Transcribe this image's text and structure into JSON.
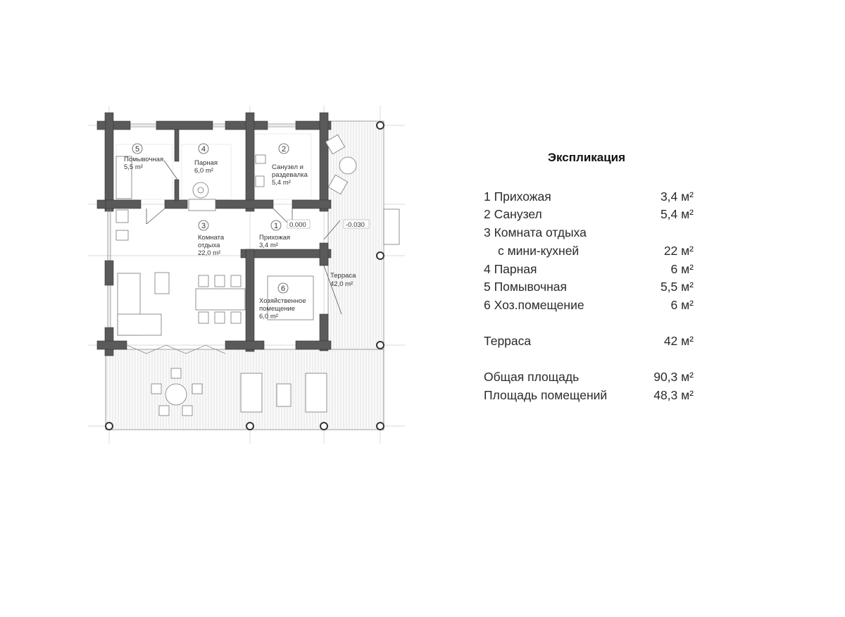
{
  "plan": {
    "rooms": [
      {
        "num": "1",
        "name": [
          "Прихожая"
        ],
        "area": "3,4 m²"
      },
      {
        "num": "2",
        "name": [
          "Санузел и",
          "раздевалка"
        ],
        "area": "5,4 m²"
      },
      {
        "num": "3",
        "name": [
          "Комната",
          "отдыха"
        ],
        "area": "22,0 m²"
      },
      {
        "num": "4",
        "name": [
          "Парная"
        ],
        "area": "6,0 m²"
      },
      {
        "num": "5",
        "name": [
          "Помывочная"
        ],
        "area": "5,5 m²"
      },
      {
        "num": "6",
        "name": [
          "Хозяйственное",
          "помещение"
        ],
        "area": "6,0 m²"
      }
    ],
    "terrace": {
      "name": "Терраса",
      "area": "42,0 m²"
    },
    "levels": [
      "0.000",
      "-0.030"
    ]
  },
  "explication": {
    "title": "Экспликация",
    "rows": [
      {
        "name": "1 Прихожая",
        "value": "3,4 м²"
      },
      {
        "name": "2 Санузел",
        "value": "5,4 м²"
      },
      {
        "name": "3 Комната отдыха",
        "value": ""
      },
      {
        "name": "с мини-кухней",
        "value": "22 м²"
      },
      {
        "name": "4 Парная",
        "value": "6 м²"
      },
      {
        "name": "5 Помывочная",
        "value": "5,5 м²"
      },
      {
        "name": "6 Хоз.помещение",
        "value": "6 м²"
      },
      {
        "name": "Терраса",
        "value": "42 м²"
      },
      {
        "name": "Общая площадь",
        "value": "90,3 м²"
      },
      {
        "name": "Площадь помещений",
        "value": "48,3 м²"
      }
    ]
  }
}
